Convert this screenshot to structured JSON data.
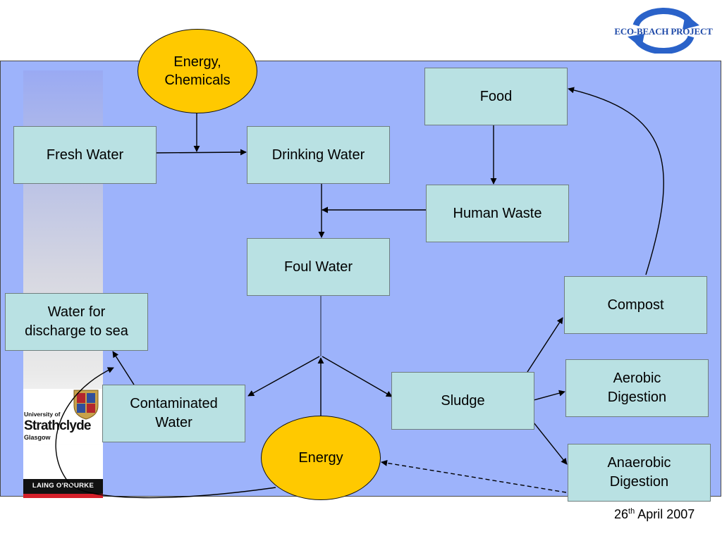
{
  "header": {
    "logo_text": "ECO-BEACH PROJECT",
    "logo_icon": "recycle-arrows-icon"
  },
  "diagram": {
    "nodes": {
      "food": "Food",
      "fresh_water": "Fresh Water",
      "drinking_water": "Drinking Water",
      "human_waste": "Human Waste",
      "foul_water": "Foul Water",
      "water_discharge": "Water for\ndischarge to sea",
      "compost": "Compost",
      "aerobic": "Aerobic\nDigestion",
      "contaminated": "Contaminated\nWater",
      "sludge": "Sludge",
      "anaerobic": "Anaerobic\nDigestion"
    },
    "inputs": {
      "energy_chemicals": "Energy,\nChemicals",
      "energy": "Energy"
    }
  },
  "logos": {
    "university_small": "University of",
    "university_name": "Strathclyde",
    "university_city": "Glasgow",
    "sponsor": "LAING O'ROURKE"
  },
  "footer": {
    "date_day": "26",
    "date_suffix": "th",
    "date_rest": " April 2007"
  },
  "colors": {
    "panel": "#9db3fb",
    "box_fill": "#b9e1e3",
    "oval_fill": "#ffc900",
    "logo_blue": "#1f4aa8",
    "sponsor_red": "#d4202a"
  }
}
